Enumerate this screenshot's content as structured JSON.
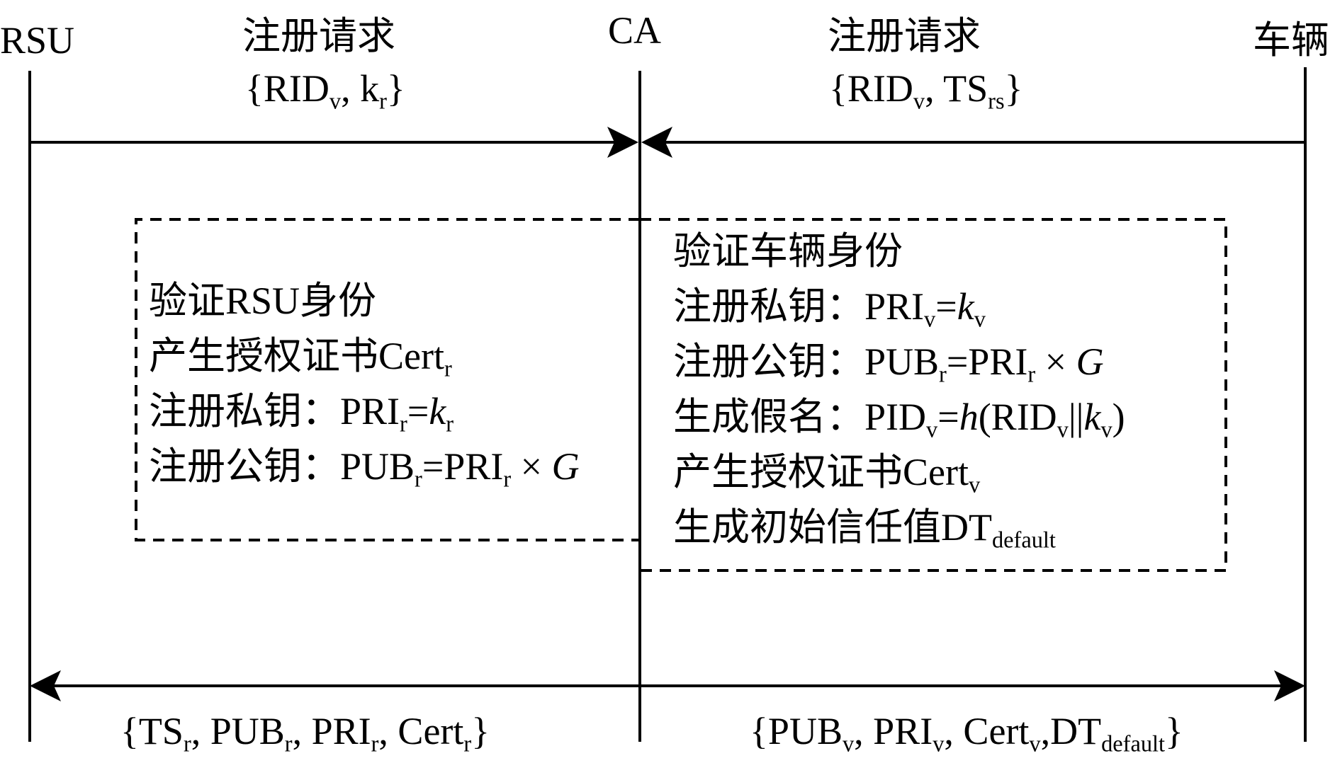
{
  "actors": {
    "rsu": "RSU",
    "ca": "CA",
    "vehicle": "车辆"
  },
  "rsu_request": {
    "label": "注册请求",
    "payload": "{RIDv, kr}"
  },
  "vehicle_request": {
    "label": "注册请求",
    "payload": "{RIDv, TSrs}"
  },
  "rsu_processing": [
    "验证RSU身份",
    "产生授权证书Certr",
    "注册私钥：PRIr=kr",
    "注册公钥：PUBr=PRIr × G"
  ],
  "vehicle_processing": [
    "验证车辆身份",
    "注册私钥：PRIv=kv",
    "注册公钥：PUBr=PRIr × G",
    "生成假名：PIDv=h(RIDv||kv)",
    "产生授权证书Certv",
    "生成初始信任值DTdefault"
  ],
  "rsu_response": "{TSr, PUBr, PRIr, Certr}",
  "vehicle_response": "{PUBv, PRIv, Certv,DTdefault}"
}
